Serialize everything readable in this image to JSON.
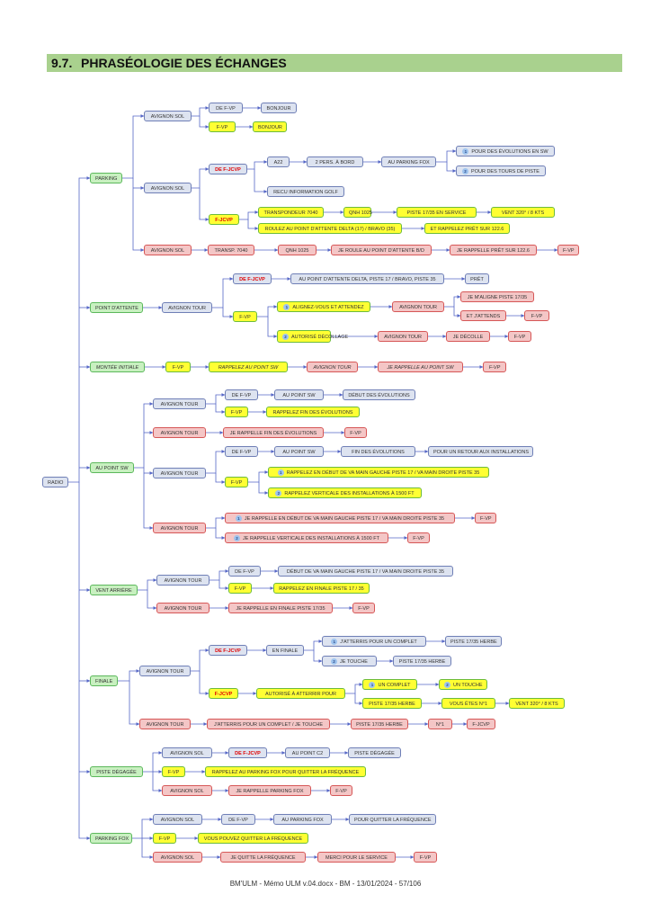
{
  "header": {
    "number": "9.7.",
    "title": "PHRASÉOLOGIE DES ÉCHANGES"
  },
  "footer": {
    "text": "BM'ULM - Mémo ULM v.04.docx - BM - 13/01/2024 - 57/106"
  },
  "nodes": {
    "radio": "RADIO",
    "parking": "PARKING",
    "p_as1": "AVIGNON SOL",
    "p_defvp": "DE F-VP",
    "p_bonjour1": "BONJOUR",
    "p_fvp": "F-VP",
    "p_bonjour2": "BONJOUR",
    "p_as2": "AVIGNON SOL",
    "p_defjcvp": "DE F-JCVP",
    "p_a22": "A22",
    "p_2pers": "2 PERS. À BORD",
    "p_aupark": "AU PARKING FOX",
    "p_evol": "POUR DES ÉVOLUTIONS EN SW",
    "p_tours": "POUR DES TOURS DE PISTE",
    "p_recu": "RECU INFORMATION GOLF",
    "p_fjcvp": "F-JCVP",
    "p_transp": "TRANSPONDEUR 7040",
    "p_qnh": "QNH 1025",
    "p_piste": "PISTE 17/35 EN SERVICE",
    "p_vent": "VENT 320° / 8 KTS",
    "p_roulez": "ROULEZ AU POINT D'ATTENTE DELTA (17) / BRAVO (35)",
    "p_rappelez": "ET RAPPELEZ PRÊT SUR 122.6",
    "p_as3": "AVIGNON SOL",
    "p_transp2": "TRANSP. 7040",
    "p_qnh2": "QNH 1025",
    "p_jeroule": "JE ROULE AU POINT D'ATTENTE B/D",
    "p_jerap": "JE RAPPELLE PRÊT SUR 122.6",
    "p_fvp2": "F-VP",
    "pa": "POINT D'ATTENTE",
    "pa_at": "AVIGNON TOUR",
    "pa_defjcvp": "DE F-JCVP",
    "pa_aupoint": "AU POINT D'ATTENTE DELTA, PISTE 17 / BRAVO, PISTE 35",
    "pa_pret": "PRÊT",
    "pa_fvp": "F-VP",
    "pa_align": "ALIGNEZ-VOUS ET ATTENDEZ",
    "pa_at2": "AVIGNON TOUR",
    "pa_jemaligne": "JE M'ALIGNE PISTE 17/35",
    "pa_jattends": "ET J'ATTENDS",
    "pa_fvp2": "F-VP",
    "pa_autor": "AUTORISÉ DÉCOLLAGE",
    "pa_at3": "AVIGNON TOUR",
    "pa_jedecolle": "JE DÉCOLLE",
    "pa_fvp3": "F-VP",
    "mi": "MONTÉE INITIALE",
    "mi_fvp": "F-VP",
    "mi_rap": "RAPPELEZ AU POINT SW",
    "mi_at": "AVIGNON TOUR",
    "mi_jerap": "JE RAPPELLE AU POINT SW",
    "mi_fvp2": "F-VP",
    "sw": "AU POINT SW",
    "sw_at1": "AVIGNON TOUR",
    "sw_defvp": "DE F-VP",
    "sw_aupoint": "AU POINT SW",
    "sw_debut": "DÉBUT DES ÉVOLUTIONS",
    "sw_fvp": "F-VP",
    "sw_rapfin": "RAPPELEZ FIN DES ÉVOLUTIONS",
    "sw_at2": "AVIGNON TOUR",
    "sw_jerapfin": "JE RAPPELLE FIN DES ÉVOLUTIONS",
    "sw_fvp2": "F-VP",
    "sw_at3": "AVIGNON TOUR",
    "sw_defvp2": "DE F-VP",
    "sw_aupoint2": "AU POINT SW",
    "sw_fin": "FIN DES ÉVOLUTIONS",
    "sw_retour": "POUR UN RETOUR AUX INSTALLATIONS",
    "sw_fvp3": "F-VP",
    "sw_rapdebut": "RAPPELEZ EN DÉBUT DE VA MAIN GAUCHE PISTE 17 / VA MAIN DROITE PISTE 35",
    "sw_rapvert": "RAPPELEZ VERTICALE DES INSTALLATIONS À 1500 FT",
    "sw_at4": "AVIGNON TOUR",
    "sw_jerapdebut": "JE RAPPELLE EN DÉBUT DE VA MAIN GAUCHE PISTE 17 / VA MAIN DROITE PISTE 35",
    "sw_fvp4": "F-VP",
    "sw_jerapvert": "JE RAPPELLE VERTICALE DES INSTALLATIONS À 1500 FT",
    "sw_fvp5": "F-VP",
    "va": "VENT ARRIÈRE",
    "va_at1": "AVIGNON TOUR",
    "va_defvp": "DE F-VP",
    "va_debut": "DÉBUT DE VA MAIN GAUCHE PISTE 17 / VA MAIN DROITE PISTE 35",
    "va_fvp": "F-VP",
    "va_rap": "RAPPELEZ EN FINALE PISTE 17 / 35",
    "va_at2": "AVIGNON TOUR",
    "va_jerap": "JE RAPPELLE EN FINALE PISTE 17/35",
    "va_fvp2": "F-VP",
    "fi": "FINALE",
    "fi_at1": "AVIGNON TOUR",
    "fi_defjcvp": "DE F-JCVP",
    "fi_enfinale": "EN FINALE",
    "fi_jatterris": "J'ATTERRIS POUR UN COMPLET",
    "fi_herbe1": "PISTE 17/35 HERBE",
    "fi_jetouche": "JE TOUCHE",
    "fi_herbe2": "PISTE 17/35 HERBE",
    "fi_fjcvp": "F-JCVP",
    "fi_autor": "AUTORISÉ À ATTERRIR POUR",
    "fi_complet": "UN COMPLET",
    "fi_touche": "UN TOUCHE",
    "fi_herbe3": "PISTE 17/35 HERBE",
    "fi_vous": "VOUS ÊTES N°1",
    "fi_vent": "VENT 320° / 8 KTS",
    "fi_at2": "AVIGNON TOUR",
    "fi_jatt2": "J'ATTERRIS POUR UN COMPLET / JE TOUCHE",
    "fi_herbe4": "PISTE 17/35 HERBE",
    "fi_n1": "N°1",
    "fi_fjcvp2": "F-JCVP",
    "pd": "PISTE DÉGAGÉE",
    "pd_at": "AVIGNON SOL",
    "pd_defjcvp": "DE F-JCVP",
    "pd_aupoint": "AU POINT C2",
    "pd_piste": "PISTE DÉGAGÉE",
    "pd_fvp": "F-VP",
    "pd_rap": "RAPPELEZ AU PARKING FOX POUR QUITTER LA FRÉQUENCE",
    "pd_as2": "AVIGNON SOL",
    "pd_jerap": "JE RAPPELLE PARKING FOX",
    "pd_fvp2": "F-VP",
    "pf": "PARKING FOX",
    "pf_as1": "AVIGNON SOL",
    "pf_defvp": "DE F-VP",
    "pf_aupark": "AU PARKING FOX",
    "pf_pour": "POUR QUITTER LA FRÉQUENCE",
    "pf_fvp": "F-VP",
    "pf_vous": "VOUS POUVEZ QUITTER LA FRÉQUENCE",
    "pf_as2": "AVIGNON SOL",
    "pf_jequitte": "JE QUITTE LA FRÉQUENCE",
    "pf_merci": "MERCI POUR LE SERVICE",
    "pf_fvp2": "F-VP"
  },
  "badges": {
    "one": "1",
    "two": "2"
  },
  "colors": {
    "controller_blue": "#dde3f0",
    "category_green": "#c8f0c0",
    "readback_yellow": "#ffff33",
    "pilot_red": "#f4c6c6",
    "wire": "#5566c6",
    "callsign_red": "#e00000"
  }
}
